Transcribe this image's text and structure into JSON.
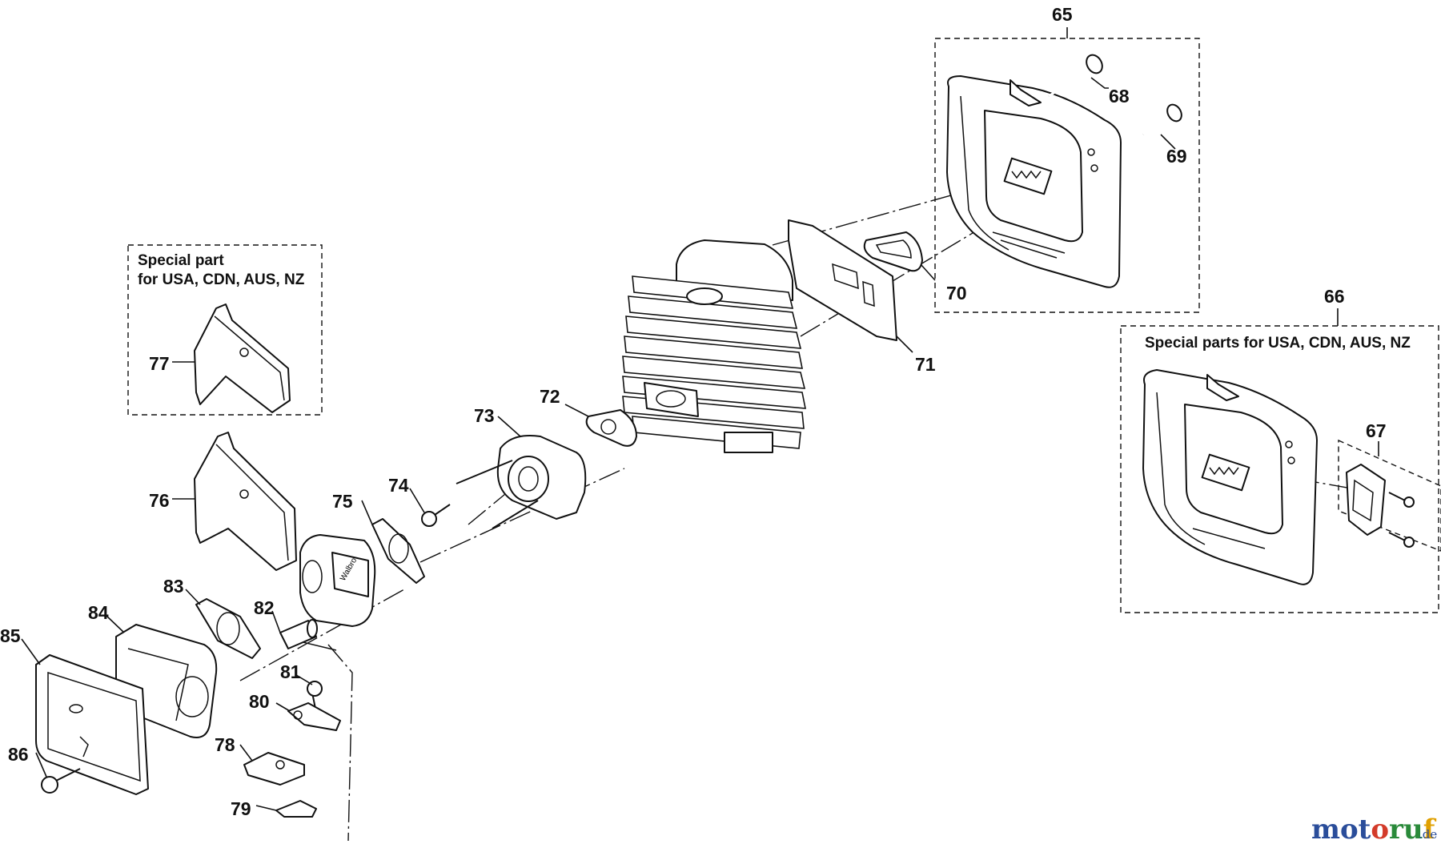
{
  "boxes": {
    "box_77_title_line1": "Special part",
    "box_77_title_line2": "for USA, CDN, AUS, NZ",
    "box_66_title": "Special parts for USA, CDN, AUS, NZ"
  },
  "parts": {
    "p65": "65",
    "p66": "66",
    "p67": "67",
    "p68": "68",
    "p69": "69",
    "p70": "70",
    "p71": "71",
    "p72": "72",
    "p73": "73",
    "p74": "74",
    "p75": "75",
    "p76": "76",
    "p77": "77",
    "p78": "78",
    "p79": "79",
    "p80": "80",
    "p81": "81",
    "p82": "82",
    "p83": "83",
    "p84": "84",
    "p85": "85",
    "p86": "86"
  },
  "carburetor_marking": "Walbro",
  "watermark": {
    "name": "motoruf",
    "suffix": ".de",
    "colors": [
      "#2a4d9a",
      "#d33b2a",
      "#2a8a3a",
      "#e0a000"
    ]
  }
}
